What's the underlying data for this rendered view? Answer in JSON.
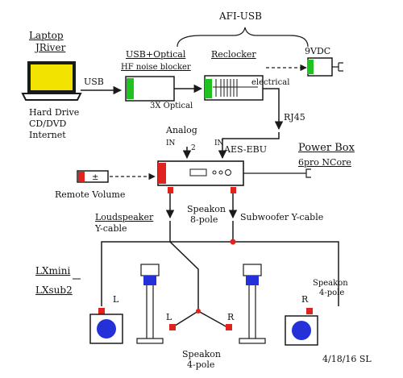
{
  "labels": {
    "laptop": "Laptop",
    "jriver": "JRiver",
    "usb": "USB",
    "sources": [
      "Hard Drive",
      "CD/DVD",
      "Internet"
    ],
    "afi_usb": "AFI-USB",
    "usb_optical": "USB+Optical",
    "hf_noise": "HF noise blocker",
    "optical_3x": "3X Optical",
    "reclocker": "Reclocker",
    "nine_vdc": "9VDC",
    "electrical": "electrical",
    "rj45": "RJ45",
    "analog": "Analog",
    "in_1": "IN",
    "two": "2",
    "in_2": "IN",
    "aes_ebu": "AES-EBU",
    "power_box": "Power Box",
    "power_box_model": "6pro NCore",
    "remote": "Remote Volume",
    "loudspeaker": "Loudspeaker",
    "ycable": "Y-cable",
    "speakon8_1": "Speakon",
    "speakon8_2": "8-pole",
    "subwoofer": "Subwoofer Y-cable",
    "lxmini": "LXmini",
    "lxsub2": "LXsub2",
    "spk4_1": "Speakon",
    "spk4_2": "4-pole",
    "L_sub": "L",
    "L_mini": "L",
    "R_mini": "R",
    "R_sub": "R",
    "spk4b_1": "Speakon",
    "spk4b_2": "4-pole",
    "signature": "4/18/16 SL"
  },
  "colors": {
    "laptop_screen": "#f2e400",
    "green": "#1fc21f",
    "red": "#e0231f",
    "blue": "#2430d8",
    "ink": "#1a1a1a"
  }
}
